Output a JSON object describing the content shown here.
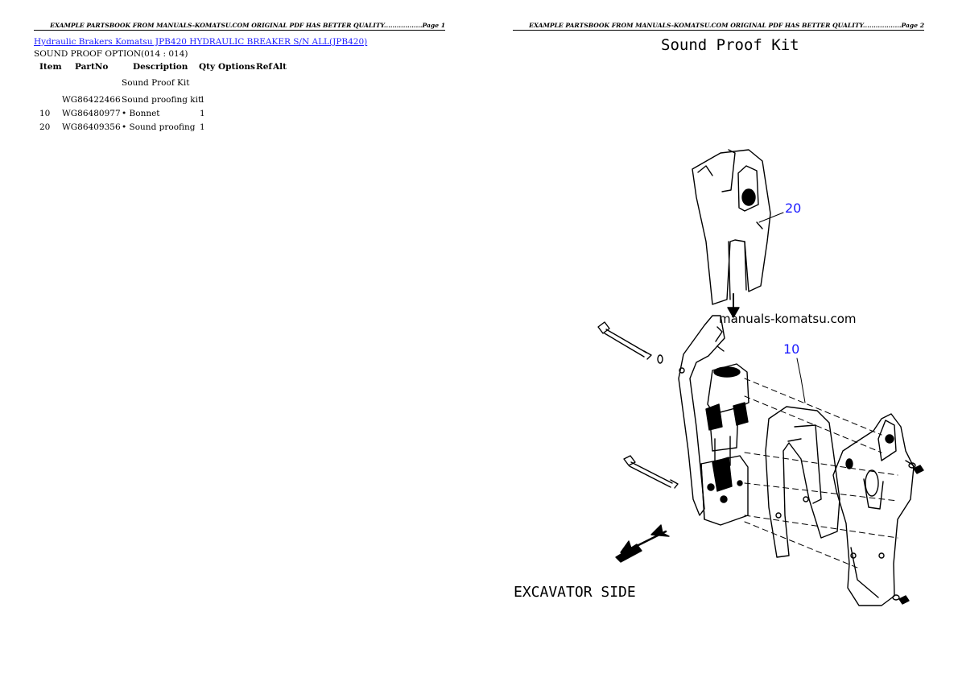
{
  "pages": [
    {
      "header": "EXAMPLE PARTSBOOK FROM MANUALS-KOMATSU.COM ORIGINAL PDF HAS BETTER QUALITY..................Page 1"
    },
    {
      "header": "EXAMPLE PARTSBOOK FROM MANUALS-KOMATSU.COM ORIGINAL PDF HAS BETTER QUALITY..................Page 2"
    }
  ],
  "breadcrumb": "Hydraulic Brakers Komatsu JPB420 HYDRAULIC BREAKER S/N ALL(JPB420)",
  "section_title": "SOUND PROOF OPTION(014 : 014)",
  "table": {
    "headers": {
      "item": "Item",
      "partno": "PartNo",
      "description": "Description",
      "qty": "Qty",
      "options": "Options",
      "ref": "Ref",
      "alt": "Alt"
    },
    "group_label": "Sound Proof Kit",
    "rows": [
      {
        "item": "",
        "partno": "WG86422466",
        "description": "Sound proofing kit",
        "qty": "1"
      },
      {
        "item": "10",
        "partno": "WG86480977",
        "description": "• Bonnet",
        "qty": "1"
      },
      {
        "item": "20",
        "partno": "WG86409356",
        "description": "• Sound proofing",
        "qty": "1"
      }
    ]
  },
  "diagram": {
    "title": "Sound Proof Kit",
    "watermark": "manuals-komatsu.com",
    "callouts": [
      "20",
      "10"
    ],
    "footer_label": "EXCAVATOR SIDE",
    "callout_color": "#1a1aff"
  }
}
